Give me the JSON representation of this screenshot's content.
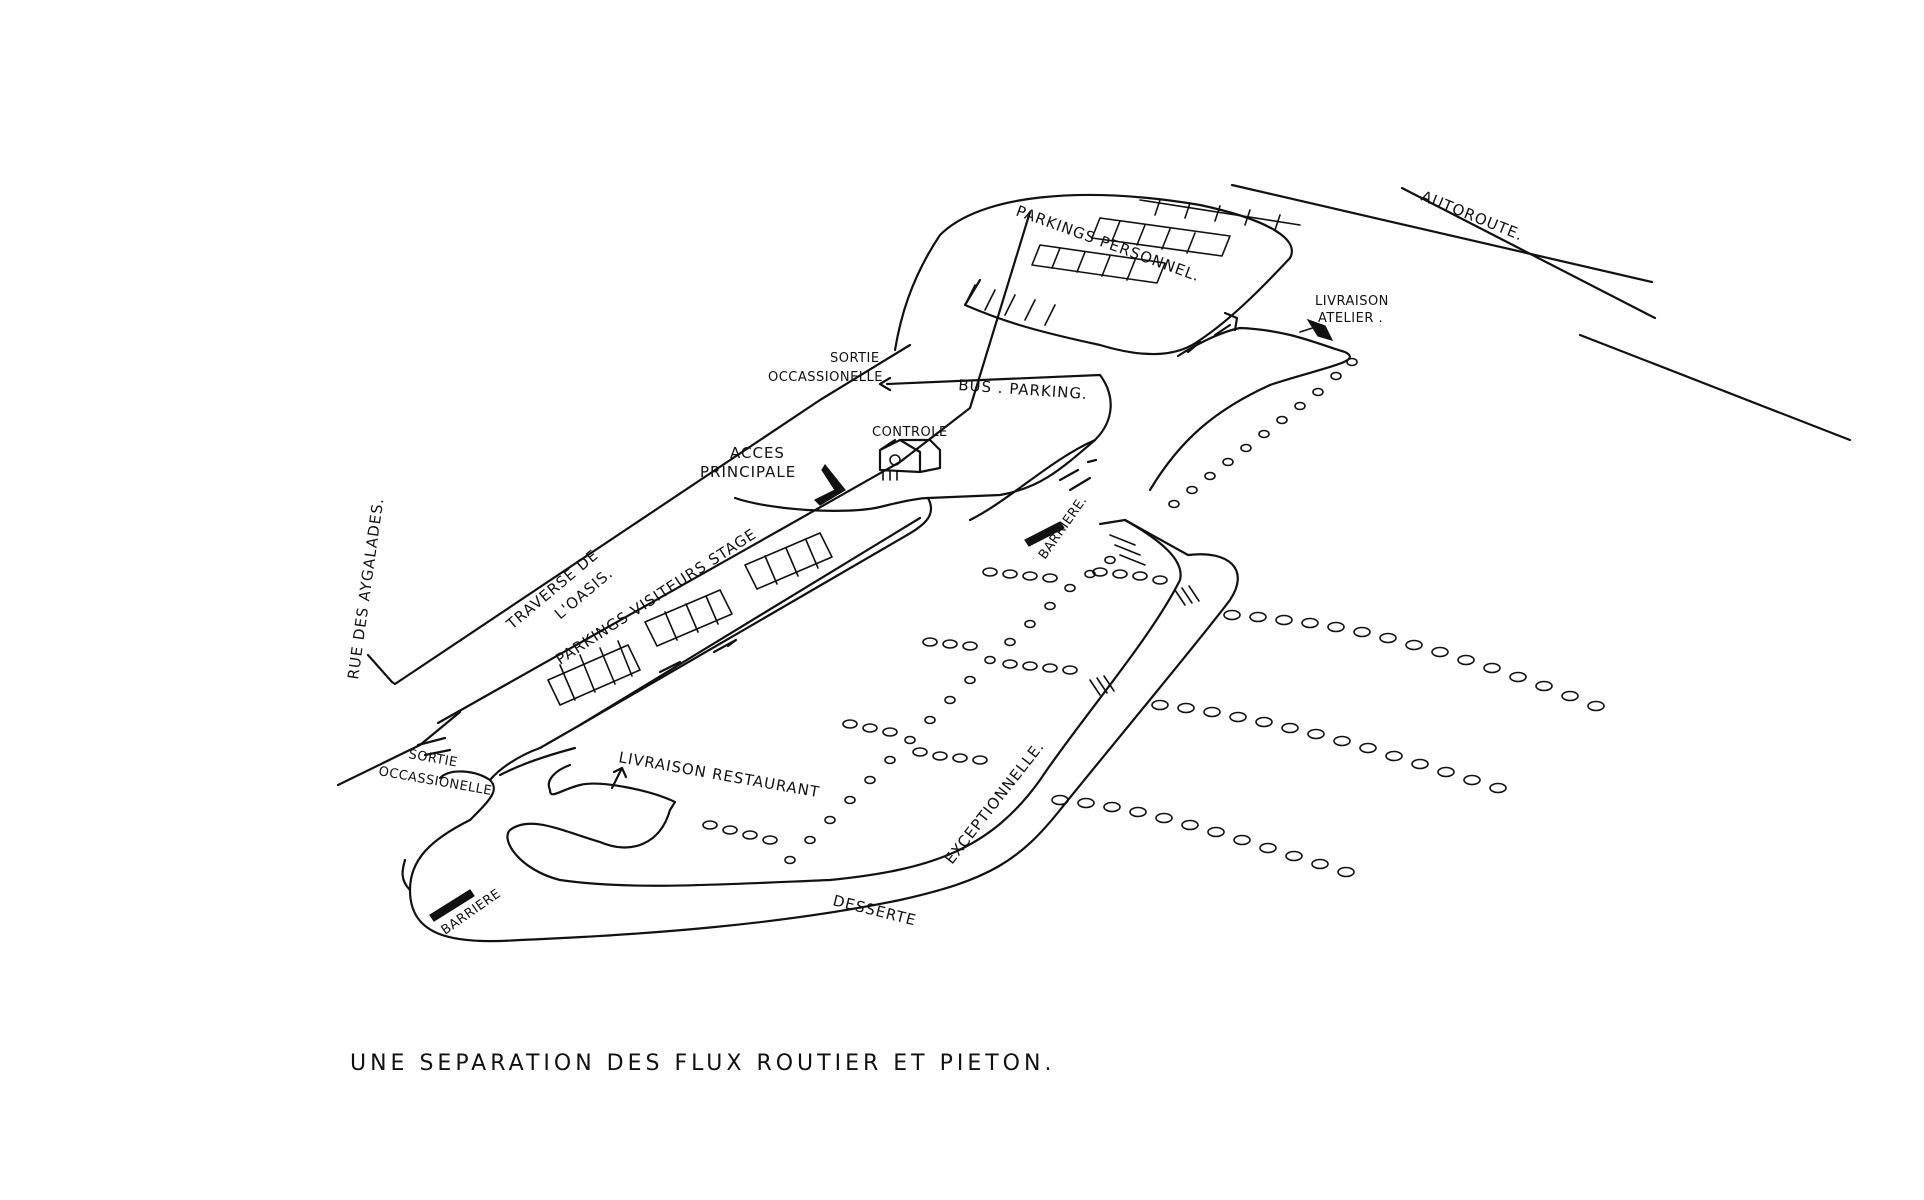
{
  "labels": {
    "autoroute": "AUTOROUTE.",
    "parkings_personnel": "PARKINGS PERSONNEL.",
    "livraison_atelier_1": "LIVRAISON",
    "livraison_atelier_2": "ATELIER .",
    "sortie_occ_top_1": "SORTIE",
    "sortie_occ_top_2": "OCCASSIONELLE",
    "bus_parking": "BUS . PARKING.",
    "controle": "CONTROLE",
    "acces_1": "ACCES",
    "acces_2": "PRINCIPALE",
    "barriere_right": "BARRIERE.",
    "rue": "RUE DES AYGALADES.",
    "traverse_1": "TRAVERSE DE",
    "traverse_2": "L'OASIS.",
    "parkings_visiteurs": "PARKINGS VISITEURS STAGE",
    "sortie_occ_bottom_1": "SORTIE",
    "sortie_occ_bottom_2": "OCCASSIONELLE",
    "livraison_restaurant": "LIVRAISON RESTAURANT",
    "desserte": "DESSERTE",
    "exceptionnelle": "EXCEPTIONNELLE.",
    "barriere_left": "BARRIERE"
  },
  "caption": "UNE SEPARATION DES FLUX ROUTIER ET PIETON."
}
